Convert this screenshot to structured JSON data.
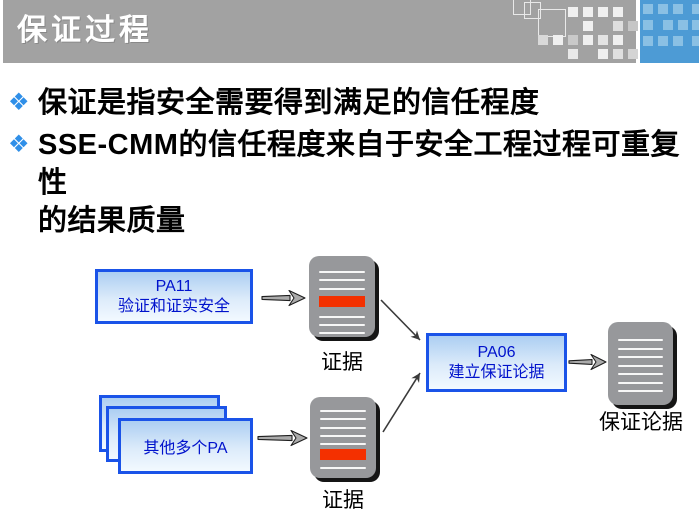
{
  "slide": {
    "title": "保证过程",
    "bullets": [
      {
        "text": "保证是指安全需要得到满足的信任程度"
      },
      {
        "text": "SSE-CMM的信任程度来自于安全工程过程可重复性\n的结果质量"
      }
    ],
    "diagram": {
      "pa11": {
        "id": "PA11",
        "name": "验证和证实安全"
      },
      "others": {
        "name": "其他多个PA"
      },
      "pa06": {
        "id": "PA06",
        "name": "建立保证论据"
      },
      "evidence1_label": "证据",
      "evidence2_label": "证据",
      "assurance_label": "保证论据"
    },
    "bullet_icon": "diamond-cluster",
    "bullet_glyph": "❖",
    "colors": {
      "header_gray": "#A2A2A2",
      "accent_blue": "#4D9BD5",
      "accent_square_blue": "#8AC0E4",
      "box_border_blue": "#1A53E8",
      "box_text_blue": "#0012CC",
      "box_fill_top": "#ACCEF2",
      "box_fill_bottom": "#F2F9FF",
      "document_gray": "#97989B",
      "document_shadow": "#151515",
      "highlight_red": "#F43000",
      "bullet_blue": "#2F8FE8",
      "title_text": "#FFFFFF",
      "body_text": "#000000"
    }
  }
}
